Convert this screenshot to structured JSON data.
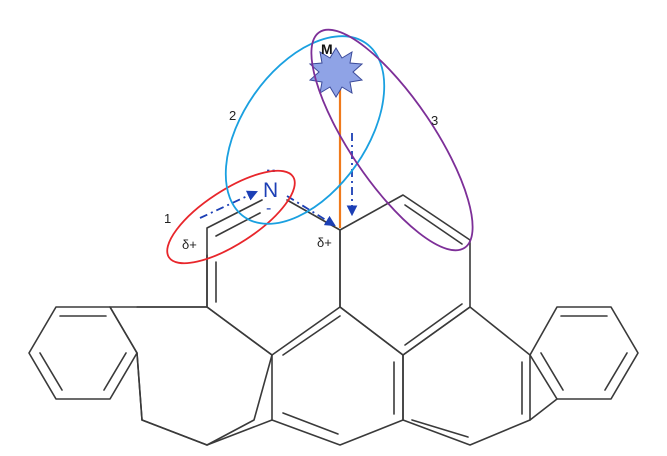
{
  "labels": {
    "nitrogen": "N",
    "lone_pair": "··",
    "charge_n": "-",
    "metal": "M",
    "delta_left": "δ+",
    "delta_right": "δ+",
    "region_1": "1",
    "region_2": "2",
    "region_3": "3"
  },
  "colors": {
    "bond": "#3a3a3a",
    "region_1": "#e8262b",
    "region_2": "#1aa0e0",
    "region_3": "#7d2f98",
    "metal_fill": "#8fa3e6",
    "metal_bond": "#f07a1b",
    "electron_arrow": "#1c3fb5"
  },
  "icons": {
    "metal": "star-burst-icon"
  }
}
